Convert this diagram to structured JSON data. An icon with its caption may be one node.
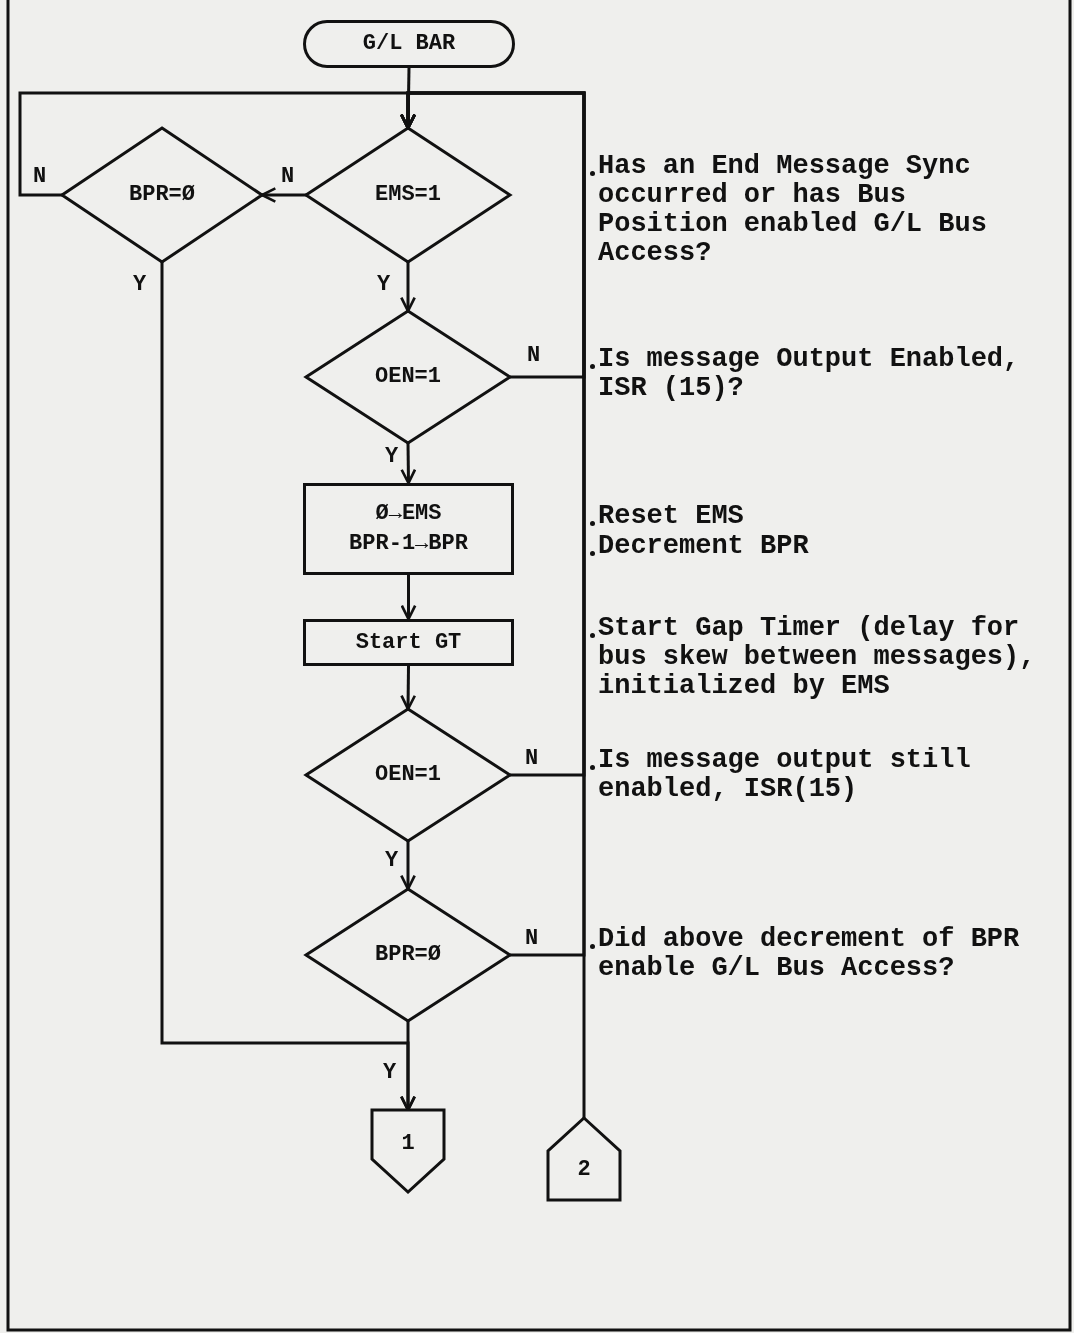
{
  "diagram": {
    "nodes": [
      {
        "text": [
          "G/L BAR"
        ]
      },
      {
        "text": [
          "EMS=1"
        ]
      },
      {
        "text": [
          "BPR=Ø"
        ]
      },
      {
        "text": [
          "OEN=1"
        ]
      },
      {
        "text": [
          "Ø→EMS BPR-1→BPR"
        ]
      },
      {
        "text": [
          "Start GT"
        ]
      },
      {
        "text": [
          "OEN=1"
        ]
      },
      {
        "text": [
          "BPR=Ø"
        ]
      },
      {
        "text": [
          "1"
        ]
      },
      {
        "text": [
          "2"
        ]
      }
    ],
    "edges": [
      {
        "from": 0,
        "to": 1,
        "arrow": "to"
      },
      {
        "from": 1,
        "to": 2,
        "arrow": "to",
        "label": "N"
      },
      {
        "from": 1,
        "to": 3,
        "arrow": "to",
        "label": "Y"
      },
      {
        "from": 2,
        "to": 1,
        "arrow": "to",
        "label": "N"
      },
      {
        "from": 3,
        "to": 1,
        "arrow": "to",
        "label": "N"
      },
      {
        "from": 6,
        "to": 1,
        "arrow": "to",
        "label": "N"
      },
      {
        "from": 7,
        "to": 1,
        "arrow": "to",
        "label": "N"
      },
      {
        "from": 9,
        "to": 1,
        "arrow": "to"
      },
      {
        "from": 3,
        "to": 4,
        "arrow": "to",
        "label": "Y"
      },
      {
        "from": 4,
        "to": 5,
        "arrow": "to"
      },
      {
        "from": 5,
        "to": 6,
        "arrow": "to"
      },
      {
        "from": 6,
        "to": 7,
        "arrow": "to",
        "label": "Y"
      },
      {
        "from": 7,
        "to": 8,
        "arrow": "to",
        "label": "Y"
      },
      {
        "from": 2,
        "to": 8,
        "arrow": "to",
        "label": "Y"
      }
    ],
    "labels": [
      "Has an End Message Sync occurred or has Bus Position enabled G/L Bus Access?",
      "Is message Output Enabled, ISR (15)?",
      "Reset EMS",
      "Decrement BPR",
      "Start Gap Timer (delay for bus skew between messages), initialized by EMS",
      "Is message output still enabled, ISR(15)",
      "Did above decrement of BPR enable G/L Bus Access?"
    ]
  }
}
